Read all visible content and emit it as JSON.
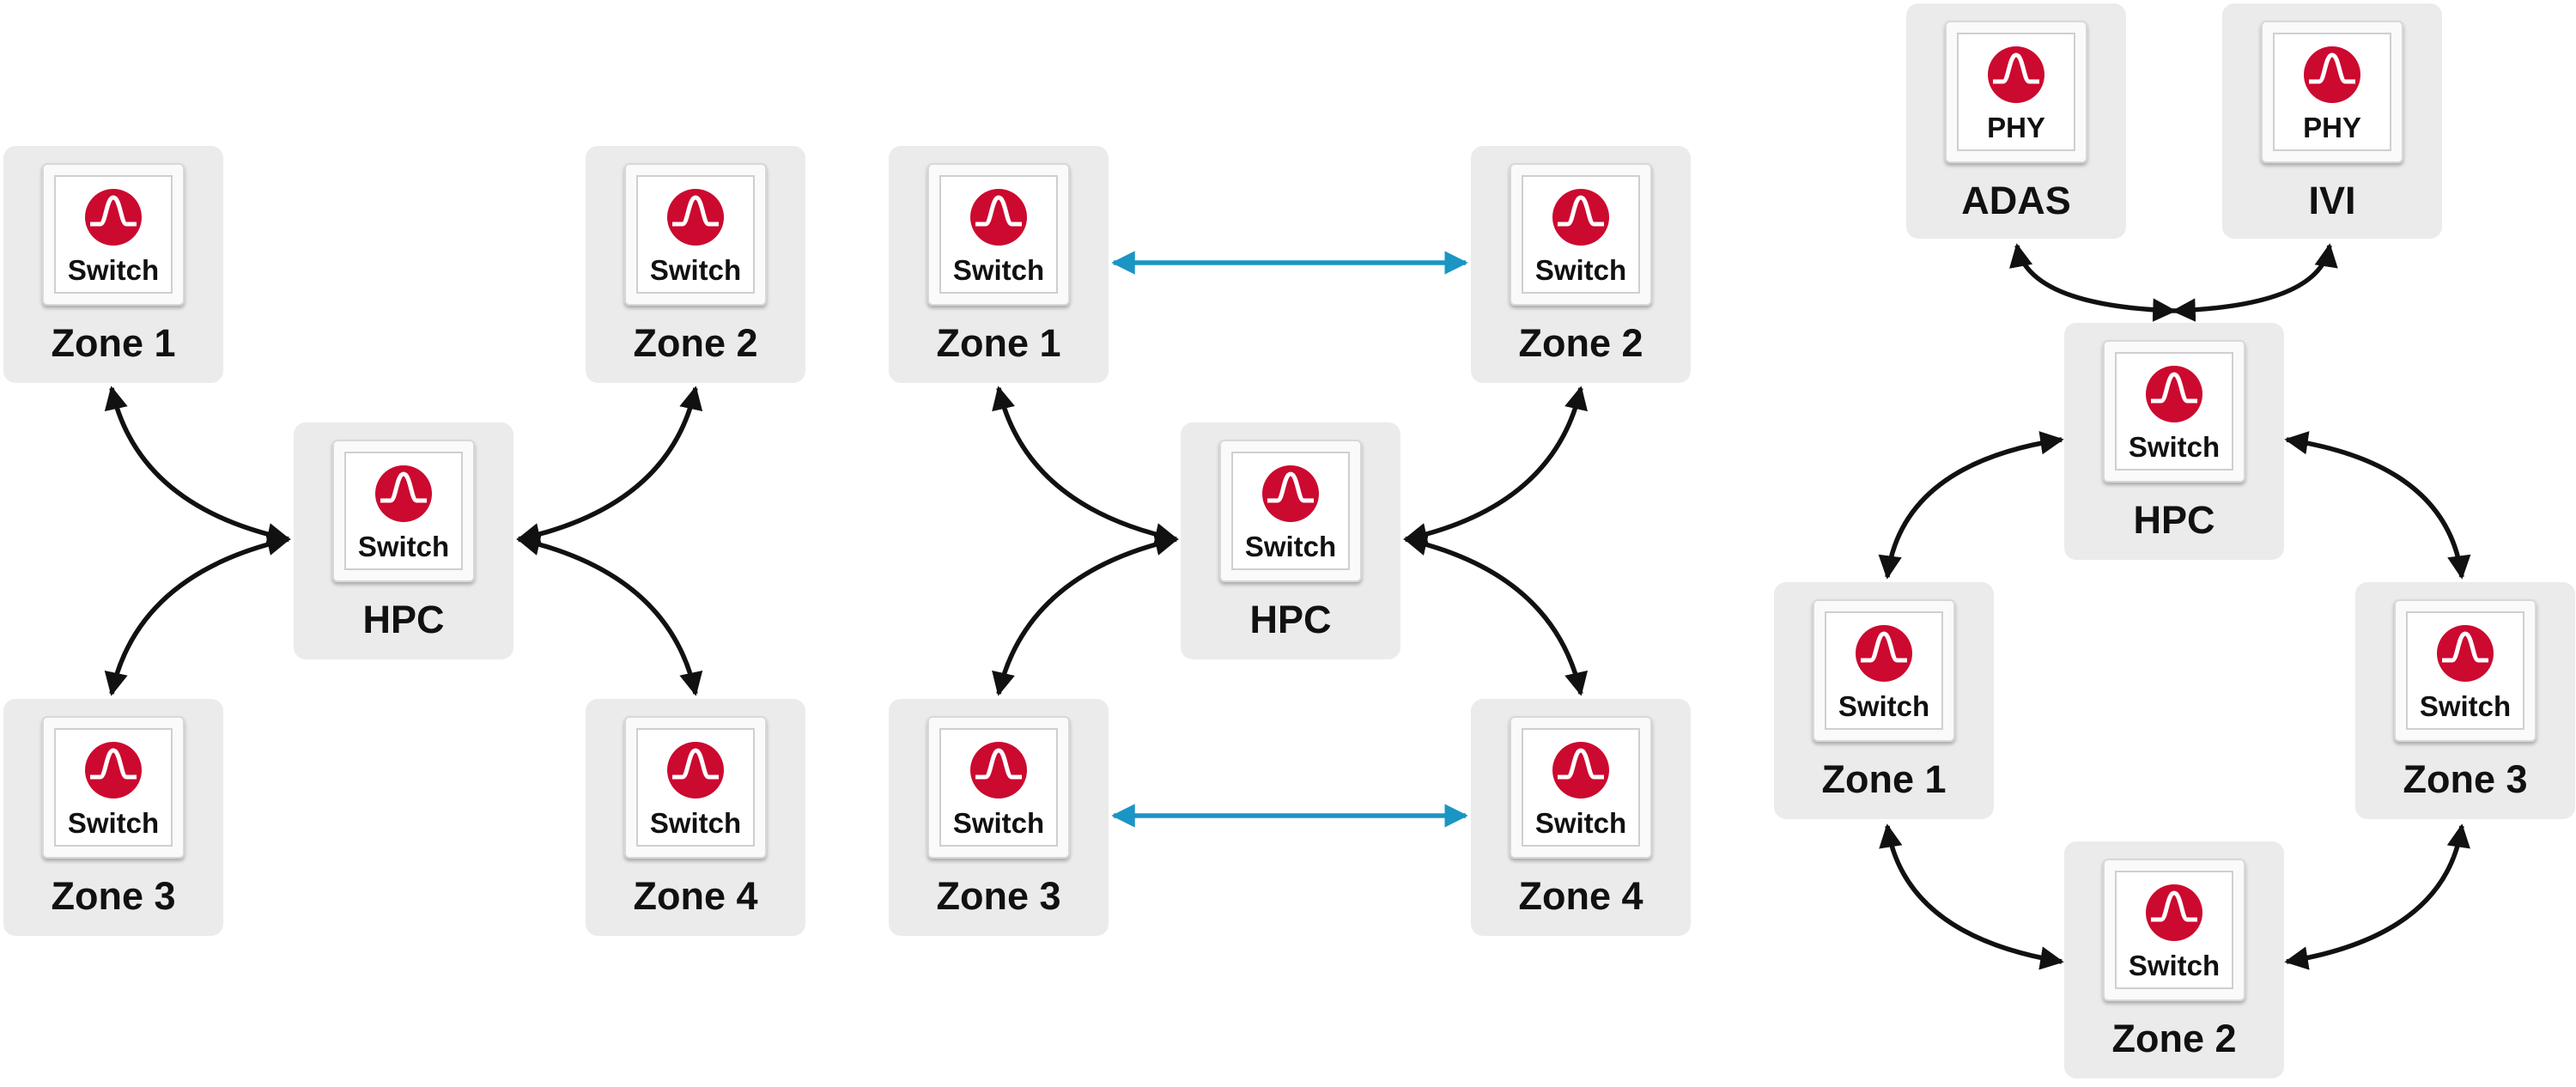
{
  "colors": {
    "logo": "#cc092f",
    "arrow": "#111111",
    "peer_link": "#1b95c3",
    "node_bg": "#ebebeb"
  },
  "icons": {
    "chip": "broadcom-pulse-icon"
  },
  "diagram1": {
    "zone1": {
      "chip": "Switch",
      "label": "Zone 1"
    },
    "zone2": {
      "chip": "Switch",
      "label": "Zone 2"
    },
    "hpc": {
      "chip": "Switch",
      "label": "HPC"
    },
    "zone3": {
      "chip": "Switch",
      "label": "Zone 3"
    },
    "zone4": {
      "chip": "Switch",
      "label": "Zone 4"
    }
  },
  "diagram2": {
    "zone1": {
      "chip": "Switch",
      "label": "Zone 1"
    },
    "zone2": {
      "chip": "Switch",
      "label": "Zone 2"
    },
    "hpc": {
      "chip": "Switch",
      "label": "HPC"
    },
    "zone3": {
      "chip": "Switch",
      "label": "Zone 3"
    },
    "zone4": {
      "chip": "Switch",
      "label": "Zone 4"
    }
  },
  "diagram3": {
    "adas": {
      "chip": "PHY",
      "label": "ADAS"
    },
    "ivi": {
      "chip": "PHY",
      "label": "IVI"
    },
    "hpc": {
      "chip": "Switch",
      "label": "HPC"
    },
    "zone1": {
      "chip": "Switch",
      "label": "Zone 1"
    },
    "zone3": {
      "chip": "Switch",
      "label": "Zone 3"
    },
    "zone2": {
      "chip": "Switch",
      "label": "Zone 2"
    }
  }
}
